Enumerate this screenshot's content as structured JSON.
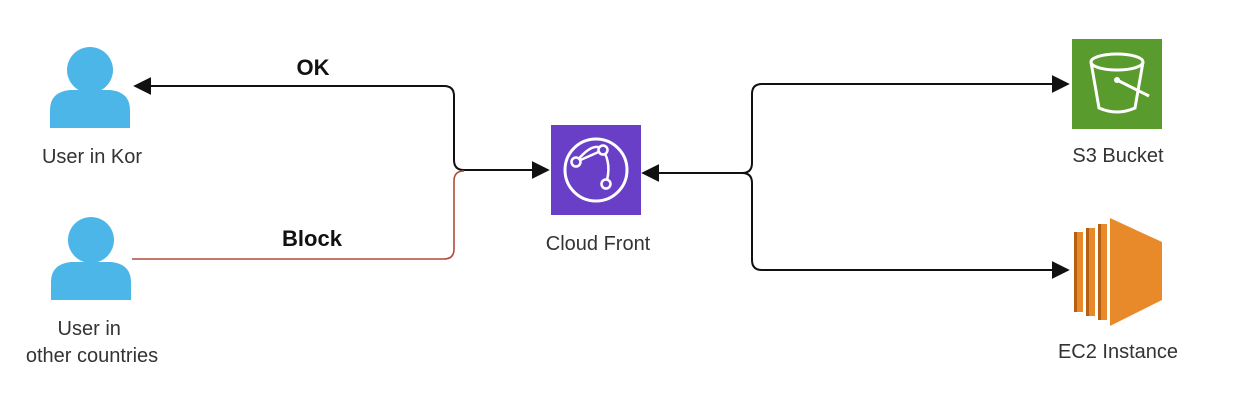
{
  "nodes": {
    "user_kor": {
      "label": "User in Kor"
    },
    "user_other": {
      "label_line1": "User in",
      "label_line2": "other countries"
    },
    "cloudfront": {
      "label": "Cloud Front"
    },
    "s3": {
      "label": "S3 Bucket"
    },
    "ec2": {
      "label": "EC2 Instance"
    }
  },
  "edges": {
    "ok": {
      "label": "OK"
    },
    "block": {
      "label": "Block"
    }
  },
  "colors": {
    "user_icon": "#4db6e8",
    "cloudfront": "#6a3fc8",
    "s3": "#5a9b2e",
    "ec2": "#e98a2a",
    "edge": "#111111",
    "blocked_edge": "#b04a3a"
  },
  "icons": {
    "user_kor": "user-icon",
    "user_other": "user-icon",
    "cloudfront": "cloudfront-icon",
    "s3": "s3-bucket-icon",
    "ec2": "ec2-instance-icon"
  }
}
